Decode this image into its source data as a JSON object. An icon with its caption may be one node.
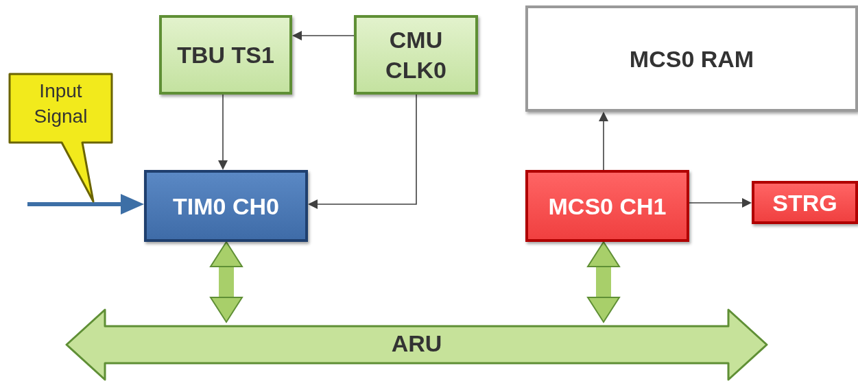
{
  "diagram": {
    "nodes": [
      {
        "text": [
          "TBU TS1"
        ]
      },
      {
        "text": [
          "CMU CLK0"
        ]
      },
      {
        "text": [
          "MCS0 RAM"
        ]
      },
      {
        "text": [
          "Input Signal"
        ]
      },
      {
        "text": [
          "TIM0 CH0"
        ]
      },
      {
        "text": [
          "MCS0 CH1"
        ]
      },
      {
        "text": [
          "STRG"
        ]
      },
      {
        "text": [
          "ARU"
        ]
      }
    ],
    "edges": [
      {
        "from": 1,
        "to": 0,
        "arrow": "to"
      },
      {
        "from": 0,
        "to": 4,
        "arrow": "to"
      },
      {
        "from": 1,
        "to": 4,
        "arrow": "to"
      },
      {
        "from": null,
        "to": 4,
        "arrow": "to",
        "style": "thick",
        "color": "#3d6fa6"
      },
      {
        "from": 5,
        "to": 2,
        "arrow": "to"
      },
      {
        "from": 5,
        "to": 6,
        "arrow": "to"
      },
      {
        "from": 4,
        "to": 7,
        "arrow": "both",
        "style": "thick",
        "color": "#a8cf6a"
      },
      {
        "from": 5,
        "to": 7,
        "arrow": "both",
        "style": "thick",
        "color": "#a8cf6a"
      }
    ]
  }
}
